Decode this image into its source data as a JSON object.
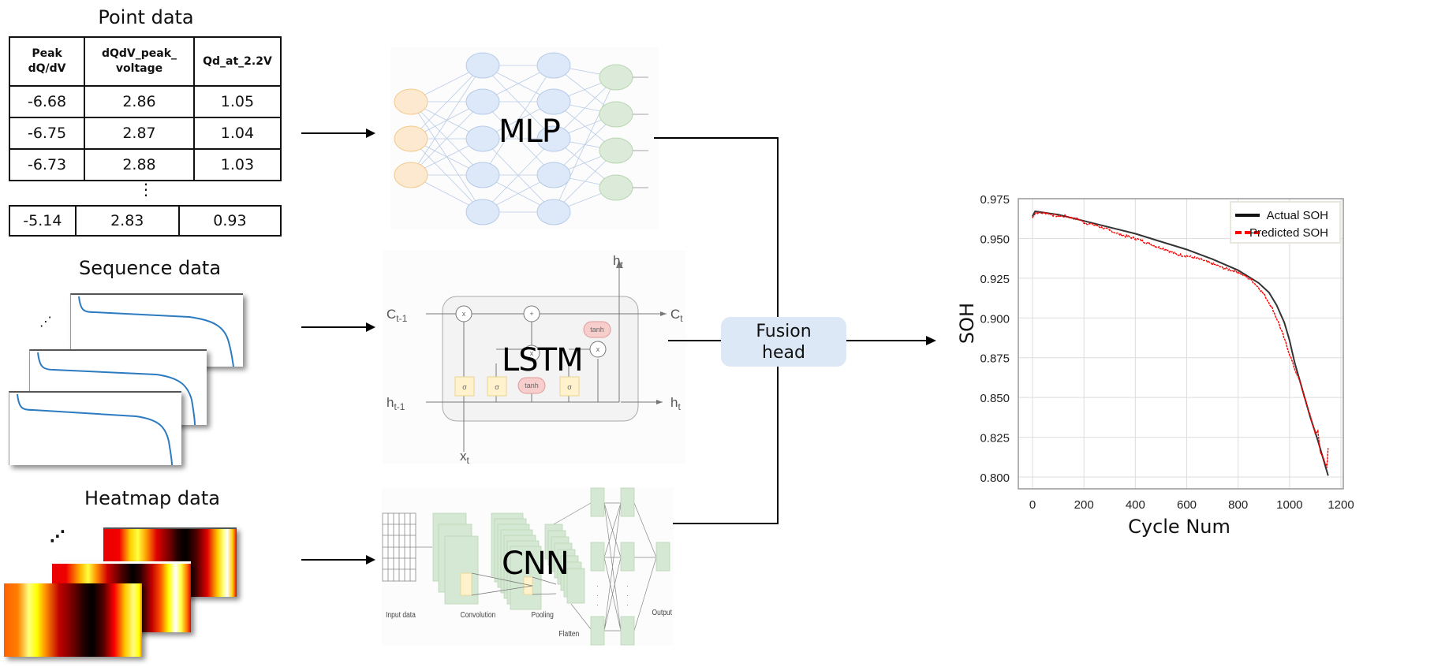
{
  "inputs": {
    "point": {
      "title": "Point data",
      "columns": [
        "Peak dQ/dV",
        "dQdV_peak_ voltage",
        "Qd_at_2.2V"
      ],
      "rows": [
        [
          "-6.68",
          "2.86",
          "1.05"
        ],
        [
          "-6.75",
          "2.87",
          "1.04"
        ],
        [
          "-6.73",
          "2.88",
          "1.03"
        ]
      ],
      "ellipsis": "⋮",
      "last_row": [
        "-5.14",
        "2.83",
        "0.93"
      ]
    },
    "sequence": {
      "title": "Sequence data",
      "ellipsis": "⋰"
    },
    "heatmap": {
      "title": "Heatmap data",
      "ellipsis": "⋰"
    }
  },
  "models": {
    "mlp": {
      "label": "MLP"
    },
    "lstm": {
      "label": "LSTM",
      "c_prev": "C",
      "c_prev_sub": "t-1",
      "h_prev": "h",
      "h_prev_sub": "t-1",
      "c_out": "C",
      "c_out_sub": "t",
      "h_out": "h",
      "h_out_sub": "t",
      "h_top": "h",
      "h_top_sub": "t",
      "x_in": "x",
      "x_in_sub": "t",
      "sigma": "σ",
      "tanh": "tanh",
      "mult": "x",
      "plus": "+"
    },
    "cnn": {
      "label": "CNN",
      "stages": [
        "Input data",
        "Convolution",
        "Pooling",
        "Flatten",
        "Output"
      ]
    }
  },
  "fusion": {
    "line1": "Fusion",
    "line2": "head"
  },
  "colors": {
    "mlp_input": "#fde9d0",
    "mlp_hidden": "#dde9f8",
    "mlp_output": "#dcebd9",
    "actual": "#333333",
    "predicted": "#ff0000",
    "fusion_bg": "#dce8f5"
  },
  "chart_data": {
    "type": "line",
    "title": "",
    "xlabel": "Cycle Num",
    "ylabel": "SOH",
    "xlim": [
      -50,
      1220
    ],
    "ylim": [
      0.79,
      0.975
    ],
    "xticks": [
      0,
      200,
      400,
      600,
      800,
      1000,
      1200
    ],
    "yticks": [
      0.8,
      0.825,
      0.85,
      0.875,
      0.9,
      0.925,
      0.95,
      0.975
    ],
    "ytick_labels": [
      "0.800",
      "0.825",
      "0.850",
      "0.875",
      "0.900",
      "0.925",
      "0.950",
      "0.975"
    ],
    "grid": true,
    "legend": "top-right",
    "series": [
      {
        "name": "Actual SOH",
        "style": "solid",
        "x": [
          0,
          10,
          100,
          200,
          300,
          400,
          500,
          600,
          700,
          800,
          880,
          920,
          950,
          980,
          1000,
          1020,
          1050,
          1080,
          1110,
          1150
        ],
        "y": [
          0.964,
          0.967,
          0.965,
          0.961,
          0.957,
          0.953,
          0.948,
          0.943,
          0.937,
          0.93,
          0.922,
          0.916,
          0.908,
          0.897,
          0.886,
          0.872,
          0.855,
          0.838,
          0.823,
          0.801
        ]
      },
      {
        "name": "Predicted SOH",
        "style": "dashed",
        "x": [
          0,
          10,
          50,
          100,
          130,
          180,
          200,
          250,
          300,
          350,
          400,
          450,
          480,
          520,
          560,
          600,
          650,
          700,
          750,
          800,
          850,
          880,
          900,
          930,
          960,
          990,
          1020,
          1040,
          1060,
          1080,
          1100,
          1110,
          1120,
          1135,
          1145,
          1150
        ],
        "y": [
          0.963,
          0.966,
          0.966,
          0.964,
          0.964,
          0.962,
          0.96,
          0.958,
          0.955,
          0.952,
          0.95,
          0.947,
          0.945,
          0.943,
          0.94,
          0.939,
          0.937,
          0.934,
          0.931,
          0.929,
          0.924,
          0.919,
          0.915,
          0.907,
          0.896,
          0.882,
          0.868,
          0.86,
          0.849,
          0.839,
          0.827,
          0.829,
          0.816,
          0.81,
          0.806,
          0.818
        ]
      }
    ]
  }
}
